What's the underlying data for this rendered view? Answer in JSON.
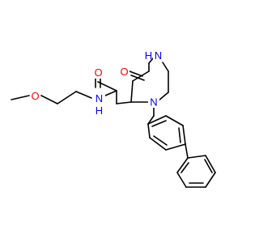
{
  "molecule": {
    "atoms": {
      "o_methoxy": {
        "text": "O",
        "color": "#ff0000"
      },
      "n_amide": {
        "text": "N",
        "color": "#0000ff"
      },
      "h_amide": {
        "text": "H",
        "color": "#0000ff"
      },
      "o_amide": {
        "text": "O",
        "color": "#ff0000"
      },
      "o_ketone": {
        "text": "O",
        "color": "#ff0000"
      },
      "h_ring": {
        "text": "H",
        "color": "#0000ff"
      },
      "n_ring_top": {
        "text": "N",
        "color": "#0000ff"
      },
      "n_ring_bottom": {
        "text": "N",
        "color": "#0000ff"
      }
    },
    "bond_color": "#000000"
  }
}
